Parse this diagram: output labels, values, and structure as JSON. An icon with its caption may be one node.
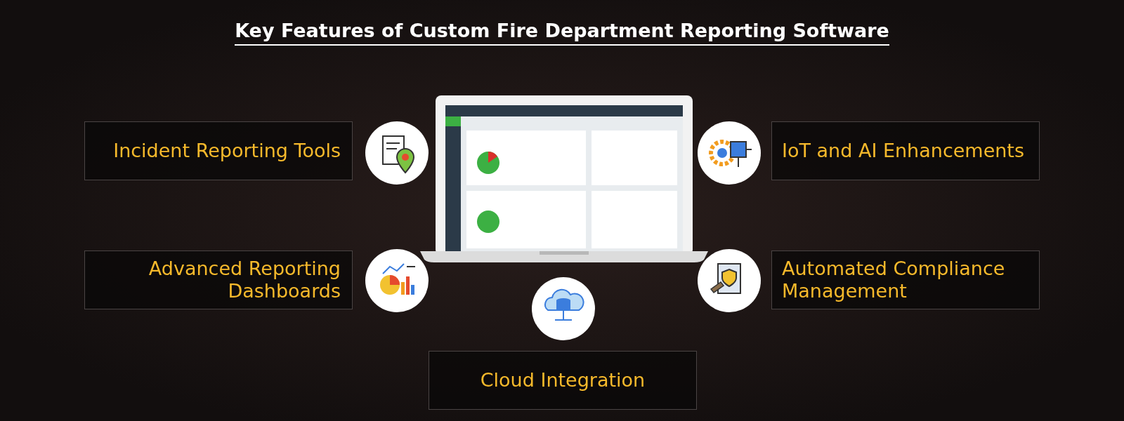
{
  "diagram": {
    "title": "Key Features of Custom Fire Department Reporting Software",
    "nodes": [
      {
        "text": [
          "Incident Reporting Tools"
        ]
      },
      {
        "text": [
          "IoT and AI Enhancements"
        ]
      },
      {
        "text": [
          "Advanced Reporting Dashboards"
        ]
      },
      {
        "text": [
          "Automated Compliance Management"
        ]
      },
      {
        "text": [
          "Cloud Integration"
        ]
      }
    ]
  }
}
